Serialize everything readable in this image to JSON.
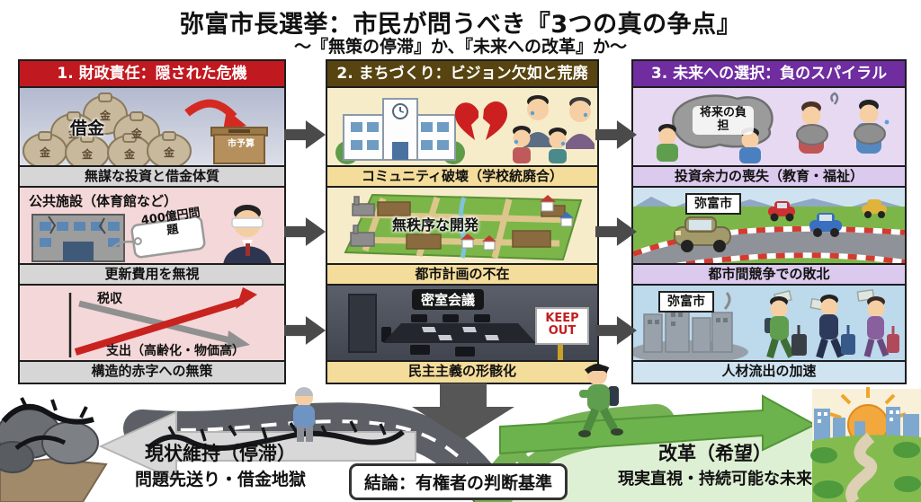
{
  "title": "弥富市長選挙：市民が問うべき『3つの真の争点』",
  "subtitle": "～『無策の停滞』か、『未来への改革』か～",
  "columns": [
    {
      "header": "1. 財政責任：隠された危機",
      "cells": [
        {
          "caption": "無謀な投資と借金体質",
          "labels": {
            "coin": "金",
            "debt": "借金",
            "box": "市予算"
          }
        },
        {
          "caption": "更新費用を無視",
          "labels": {
            "facility": "公共施設（体育館など）",
            "tag": "400億円問題"
          }
        },
        {
          "caption": "構造的赤字への無策",
          "labels": {
            "tax": "税収",
            "spending": "支出（高齢化・物価高）"
          }
        }
      ]
    },
    {
      "header": "2. まちづくり：ビジョン欠如と荒廃",
      "cells": [
        {
          "caption": "コミュニティ破壊（学校統廃合）",
          "labels": {}
        },
        {
          "caption": "都市計画の不在",
          "labels": {
            "overlay": "無秩序な開発"
          }
        },
        {
          "caption": "民主主義の形骸化",
          "labels": {
            "overlay": "密室会議",
            "sign": "KEEP OUT"
          }
        }
      ]
    },
    {
      "header": "3. 未来への選択：負のスパイラル",
      "cells": [
        {
          "caption": "投資余力の喪失（教育・福祉）",
          "labels": {
            "rock": "将来の負担"
          }
        },
        {
          "caption": "都市間競争での敗北",
          "labels": {
            "city": "弥富市"
          }
        },
        {
          "caption": "人材流出の加速",
          "labels": {
            "city": "弥富市"
          }
        }
      ]
    }
  ],
  "bottom": {
    "left_path": {
      "title": "現状維持（停滞）",
      "subtitle": "問題先送り・借金地獄"
    },
    "right_path": {
      "title": "改革（希望）",
      "subtitle": "現実直視・持続可能な未来"
    },
    "conclusion": "結論：有権者の判断基準"
  },
  "colors": {
    "col1_header": "#c0191f",
    "col2_header": "#574410",
    "col3_header": "#6f2da0",
    "col1_body": "#f4d7d8",
    "col2_body": "#f7ecca",
    "col3_body": "#e6d9f1",
    "flow_arrow": "#4a4a4a",
    "danger_arrow": "#c9231f",
    "reform_green": "#6cb24d"
  }
}
